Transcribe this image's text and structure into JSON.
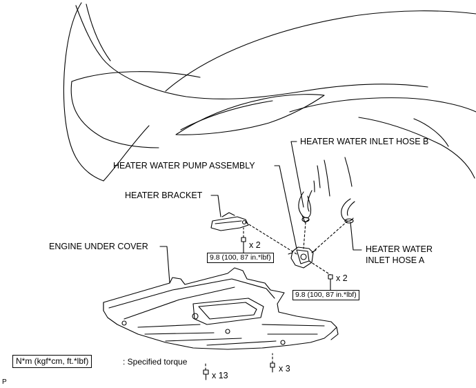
{
  "labels": {
    "hose_b": "HEATER WATER INLET HOSE B",
    "pump": "HEATER WATER PUMP ASSEMBLY",
    "bracket": "HEATER BRACKET",
    "under_cover": "ENGINE UNDER COVER",
    "hose_a_line1": "HEATER WATER",
    "hose_a_line2": "INLET HOSE A"
  },
  "torques": {
    "bracket_bolt": "9.8 (100, 87 in.*lbf)",
    "pump_bolt": "9.8 (100, 87 in.*lbf)"
  },
  "quantities": {
    "bracket_bolts": "x 2",
    "pump_bolts": "x 2",
    "clips": "x 13",
    "screws": "x 3"
  },
  "legend": {
    "unit": "N*m (kgf*cm, ft.*lbf)",
    "description": ": Specified torque"
  },
  "corner_mark": "P"
}
